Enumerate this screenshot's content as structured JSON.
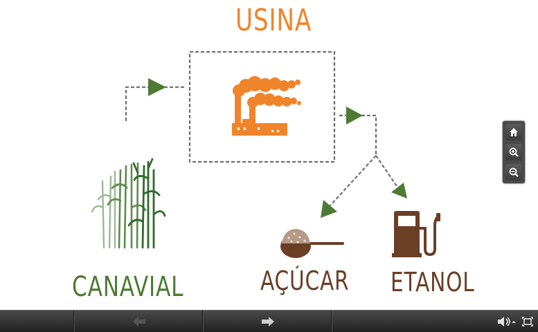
{
  "diagram": {
    "title": "USINA",
    "labels": {
      "canavial": "CANAVIAL",
      "acucar": "AÇÚCAR",
      "etanol": "ETANOL"
    }
  },
  "colors": {
    "orange": "#f0842a",
    "green": "#4e7a34",
    "brown": "#6b3e26",
    "dash": "#6f6f6f",
    "toolbar": "#333333"
  },
  "icons": {
    "factory": "factory-icon",
    "sugarcane": "sugarcane-icon",
    "sugar": "sugar-spoon-icon",
    "fuel": "fuel-pump-icon",
    "home": "home-icon",
    "zoom_in": "zoom-in-icon",
    "zoom_out": "zoom-out-icon",
    "prev": "arrow-left-icon",
    "next": "arrow-right-icon",
    "sound": "sound-icon",
    "fullscreen": "fullscreen-icon"
  }
}
